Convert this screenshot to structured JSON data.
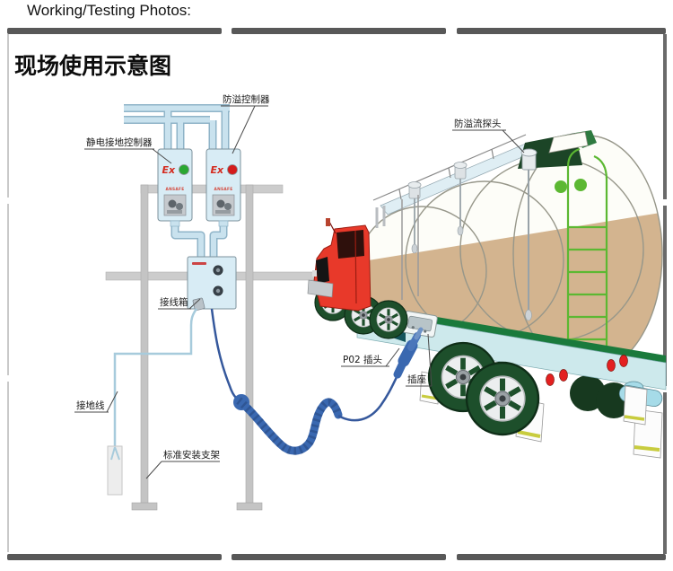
{
  "page": {
    "header_label": "Working/Testing Photos:"
  },
  "diagram": {
    "title": "现场使用示意图",
    "labels": {
      "overflow_controller": "防溢控制器",
      "static_grounding_controller": "静电接地控制器",
      "junction_box": "接线箱",
      "grounding_wire": "接地线",
      "mounting_bracket": "标准安装支架",
      "p02_plug": "P02 插头",
      "socket": "插座",
      "overflow_probe": "防溢流探头"
    },
    "controllers": {
      "ex_mark": "Ex",
      "brand": "ANSAFE",
      "left_indicator_color": "#2aa832",
      "right_indicator_color": "#d41c1c"
    },
    "colors": {
      "pipe_blue": "#c9e2ee",
      "cable_blue": "#3a68b0",
      "truck_cab_red": "#e8392a",
      "tank_liquid_tan": "#d3b48f",
      "trailer_green": "#1a7a3c",
      "skirt_teal": "#cde9ec",
      "frame_gray": "#c4c4c4",
      "ladder_green": "#5cb832"
    }
  }
}
